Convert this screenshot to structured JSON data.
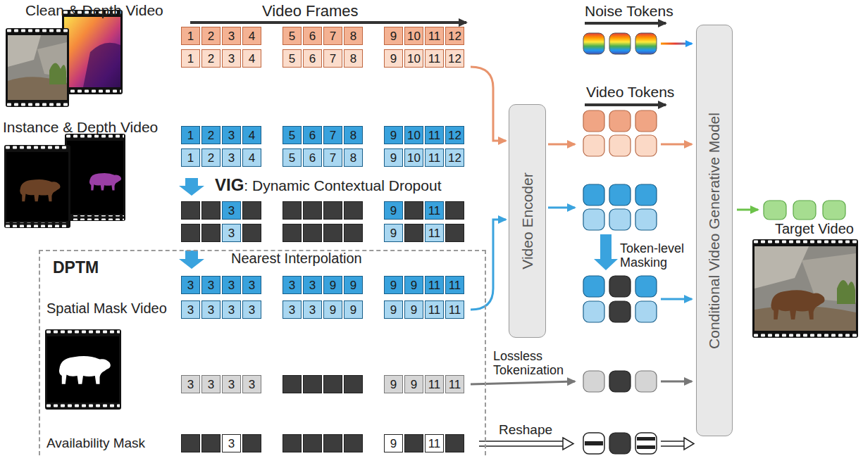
{
  "diagram": {
    "nodes": [
      {
        "text": [
          "DPTM"
        ]
      },
      {
        "text": [
          "Video Encoder"
        ]
      },
      {
        "text": [
          "Conditional Video Generative Model"
        ]
      }
    ],
    "labels": [
      "Video Frames",
      "Clean & Depth Video",
      "Noise Tokens",
      "Video Tokens",
      "Instance & Depth Video",
      "VIG",
      ": Dynamic Contextual Dropout",
      "Nearest Interpolation",
      "Token-level Masking",
      "Target Video",
      "Spatial Mask Video",
      "Lossless Tokenization",
      "Availability Mask",
      "Reshape",
      "1",
      "2",
      "3",
      "4",
      "5",
      "6",
      "7",
      "8",
      "9",
      "10",
      "11",
      "12",
      "1",
      "2",
      "3",
      "4",
      "5",
      "6",
      "7",
      "8",
      "9",
      "10",
      "11",
      "12",
      "1",
      "2",
      "3",
      "4",
      "5",
      "6",
      "7",
      "8",
      "9",
      "10",
      "11",
      "12",
      "1",
      "2",
      "3",
      "4",
      "5",
      "6",
      "7",
      "8",
      "9",
      "10",
      "11",
      "12",
      "3",
      "9",
      "11",
      "3",
      "9",
      "11",
      "3",
      "3",
      "3",
      "3",
      "3",
      "3",
      "9",
      "9",
      "9",
      "9",
      "11",
      "11",
      "3",
      "3",
      "3",
      "3",
      "3",
      "3",
      "9",
      "9",
      "9",
      "9",
      "11",
      "11",
      "3",
      "3",
      "3",
      "3",
      "9",
      "9",
      "11",
      "11",
      "3",
      "9",
      "11"
    ]
  }
}
